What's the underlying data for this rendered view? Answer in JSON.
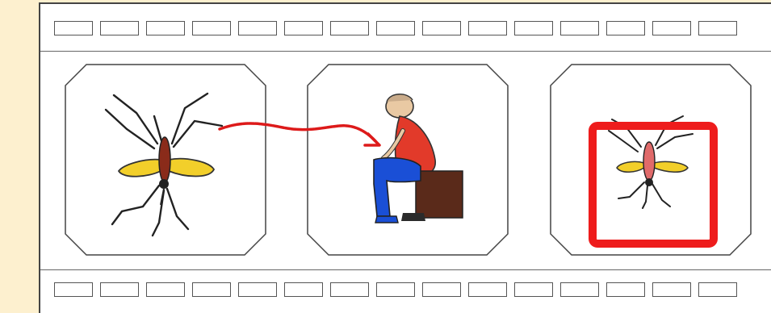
{
  "filmstrip": {
    "background": "#fdf0cf",
    "strip_color": "#ffffff",
    "sprocket_holes_per_row": 15
  },
  "frames": [
    {
      "icon": "mosquito-icon"
    },
    {
      "icon": "person-scratching-leg-icon"
    },
    {
      "icon": "mosquito-prohibited-icon",
      "highlight_color": "#ee1c1c"
    }
  ],
  "arrow": {
    "color": "#dd1a1a",
    "from": "mosquito",
    "to": "person"
  }
}
